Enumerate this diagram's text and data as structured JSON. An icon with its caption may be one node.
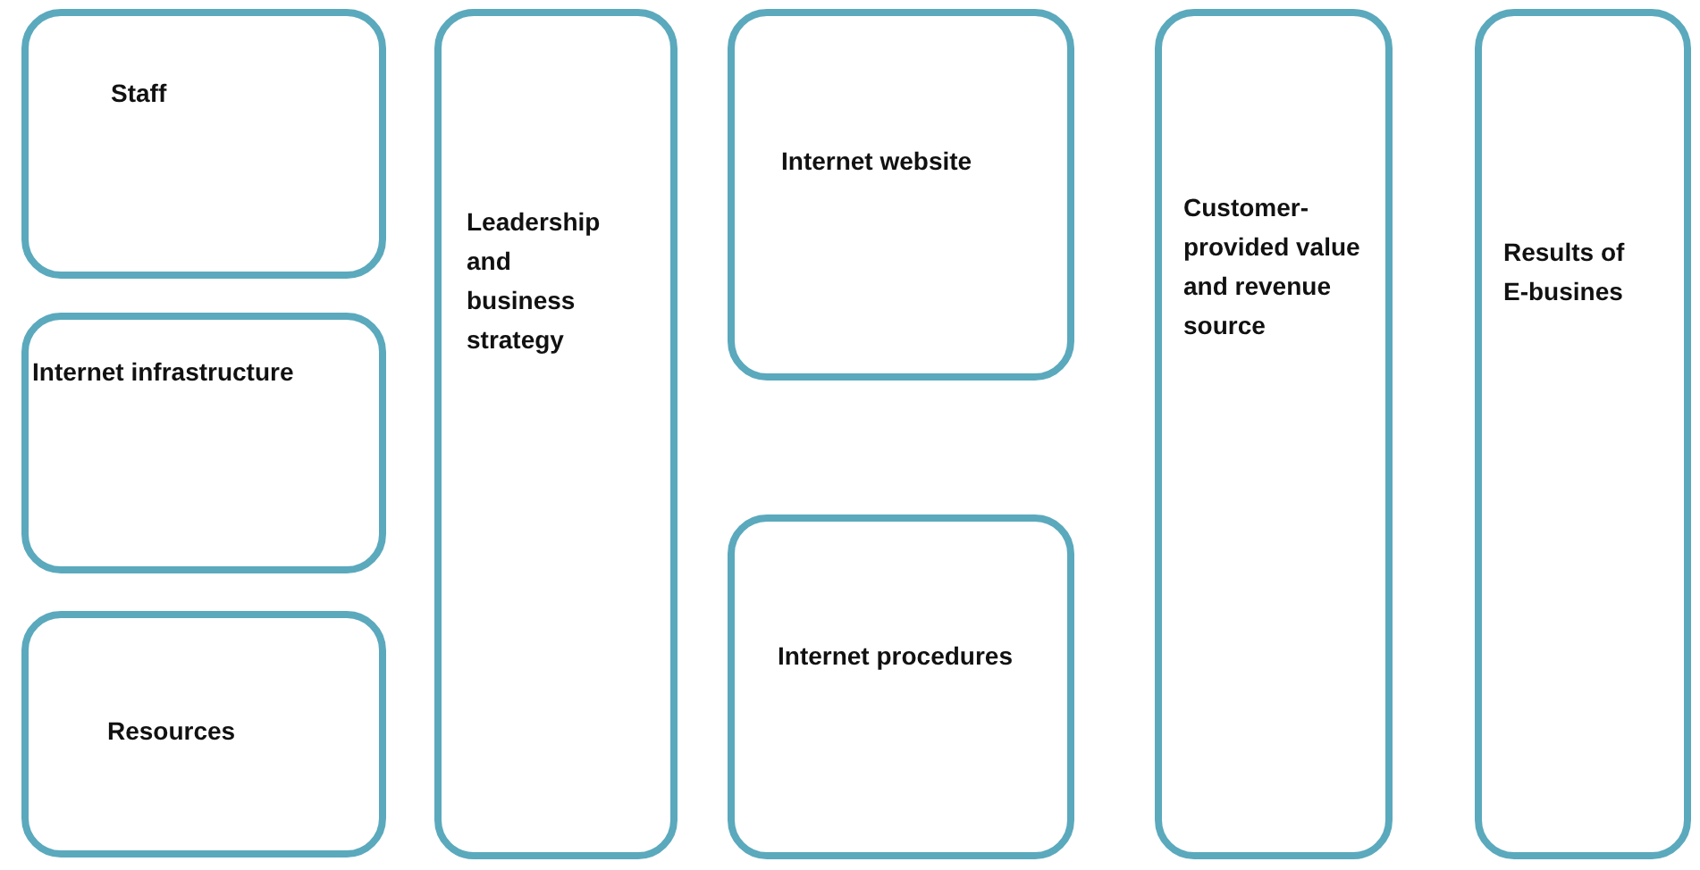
{
  "diagram": {
    "nodes": [
      {
        "text": [
          "Staff"
        ]
      },
      {
        "text": [
          "Internet infrastructure"
        ]
      },
      {
        "text": [
          "Resources"
        ]
      },
      {
        "text": [
          "Leadership and business strategy"
        ]
      },
      {
        "text": [
          "Internet website"
        ]
      },
      {
        "text": [
          "Internet procedures"
        ]
      },
      {
        "text": [
          "Customer-provided value and revenue source"
        ]
      },
      {
        "text": [
          "Results of E-busines"
        ]
      }
    ]
  }
}
